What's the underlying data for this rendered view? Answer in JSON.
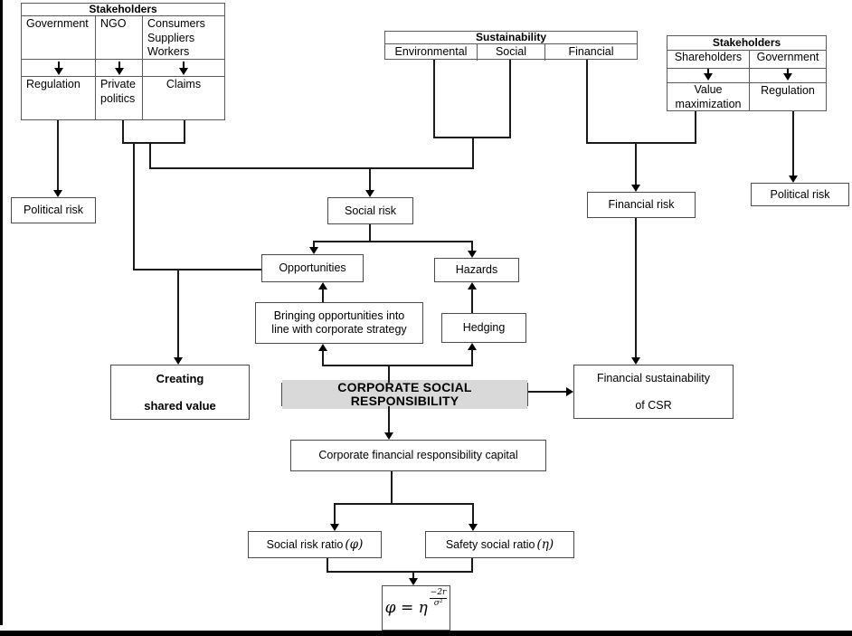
{
  "colors": {
    "line": "#1a1a1a",
    "box_border": "#4a4a4a",
    "csr_highlight": "#d9d9d9"
  },
  "tables": {
    "stakeholders_left": {
      "title": "Stakeholders",
      "columns": [
        "Government",
        "NGO",
        "Consumers\nSuppliers\nWorkers"
      ],
      "outcomes": [
        "Regulation",
        "Private\npolitics",
        "Claims"
      ]
    },
    "sustainability": {
      "title": "Sustainability",
      "columns": [
        "Environmental",
        "Social",
        "Financial"
      ]
    },
    "stakeholders_right": {
      "title": "Stakeholders",
      "columns": [
        "Shareholders",
        "Government"
      ],
      "outcomes": [
        "Value\nmaximization",
        "Regulation"
      ]
    }
  },
  "boxes": {
    "political_risk_left": "Political risk",
    "social_risk": "Social risk",
    "financial_risk": "Financial risk",
    "political_risk_right": "Political risk",
    "opportunities": "Opportunities",
    "hazards": "Hazards",
    "bringing_opportunities": "Bringing opportunities into\nline with corporate strategy",
    "hedging": "Hedging",
    "creating_shared_value": "Creating\n\nshared value",
    "csr": "CORPORATE SOCIAL RESPONSIBILITY",
    "financial_sustainability": "Financial sustainability\n\nof CSR",
    "cfr_capital": "Corporate financial responsibility capital",
    "social_risk_ratio": {
      "label": "Social risk ratio",
      "symbol": "(φ)"
    },
    "safety_social_ratio": {
      "label": "Safety social ratio",
      "symbol": "(η)"
    }
  },
  "formula": {
    "base": "φ = η",
    "exponent_numerator": "−2r",
    "exponent_denominator": "σ²"
  }
}
